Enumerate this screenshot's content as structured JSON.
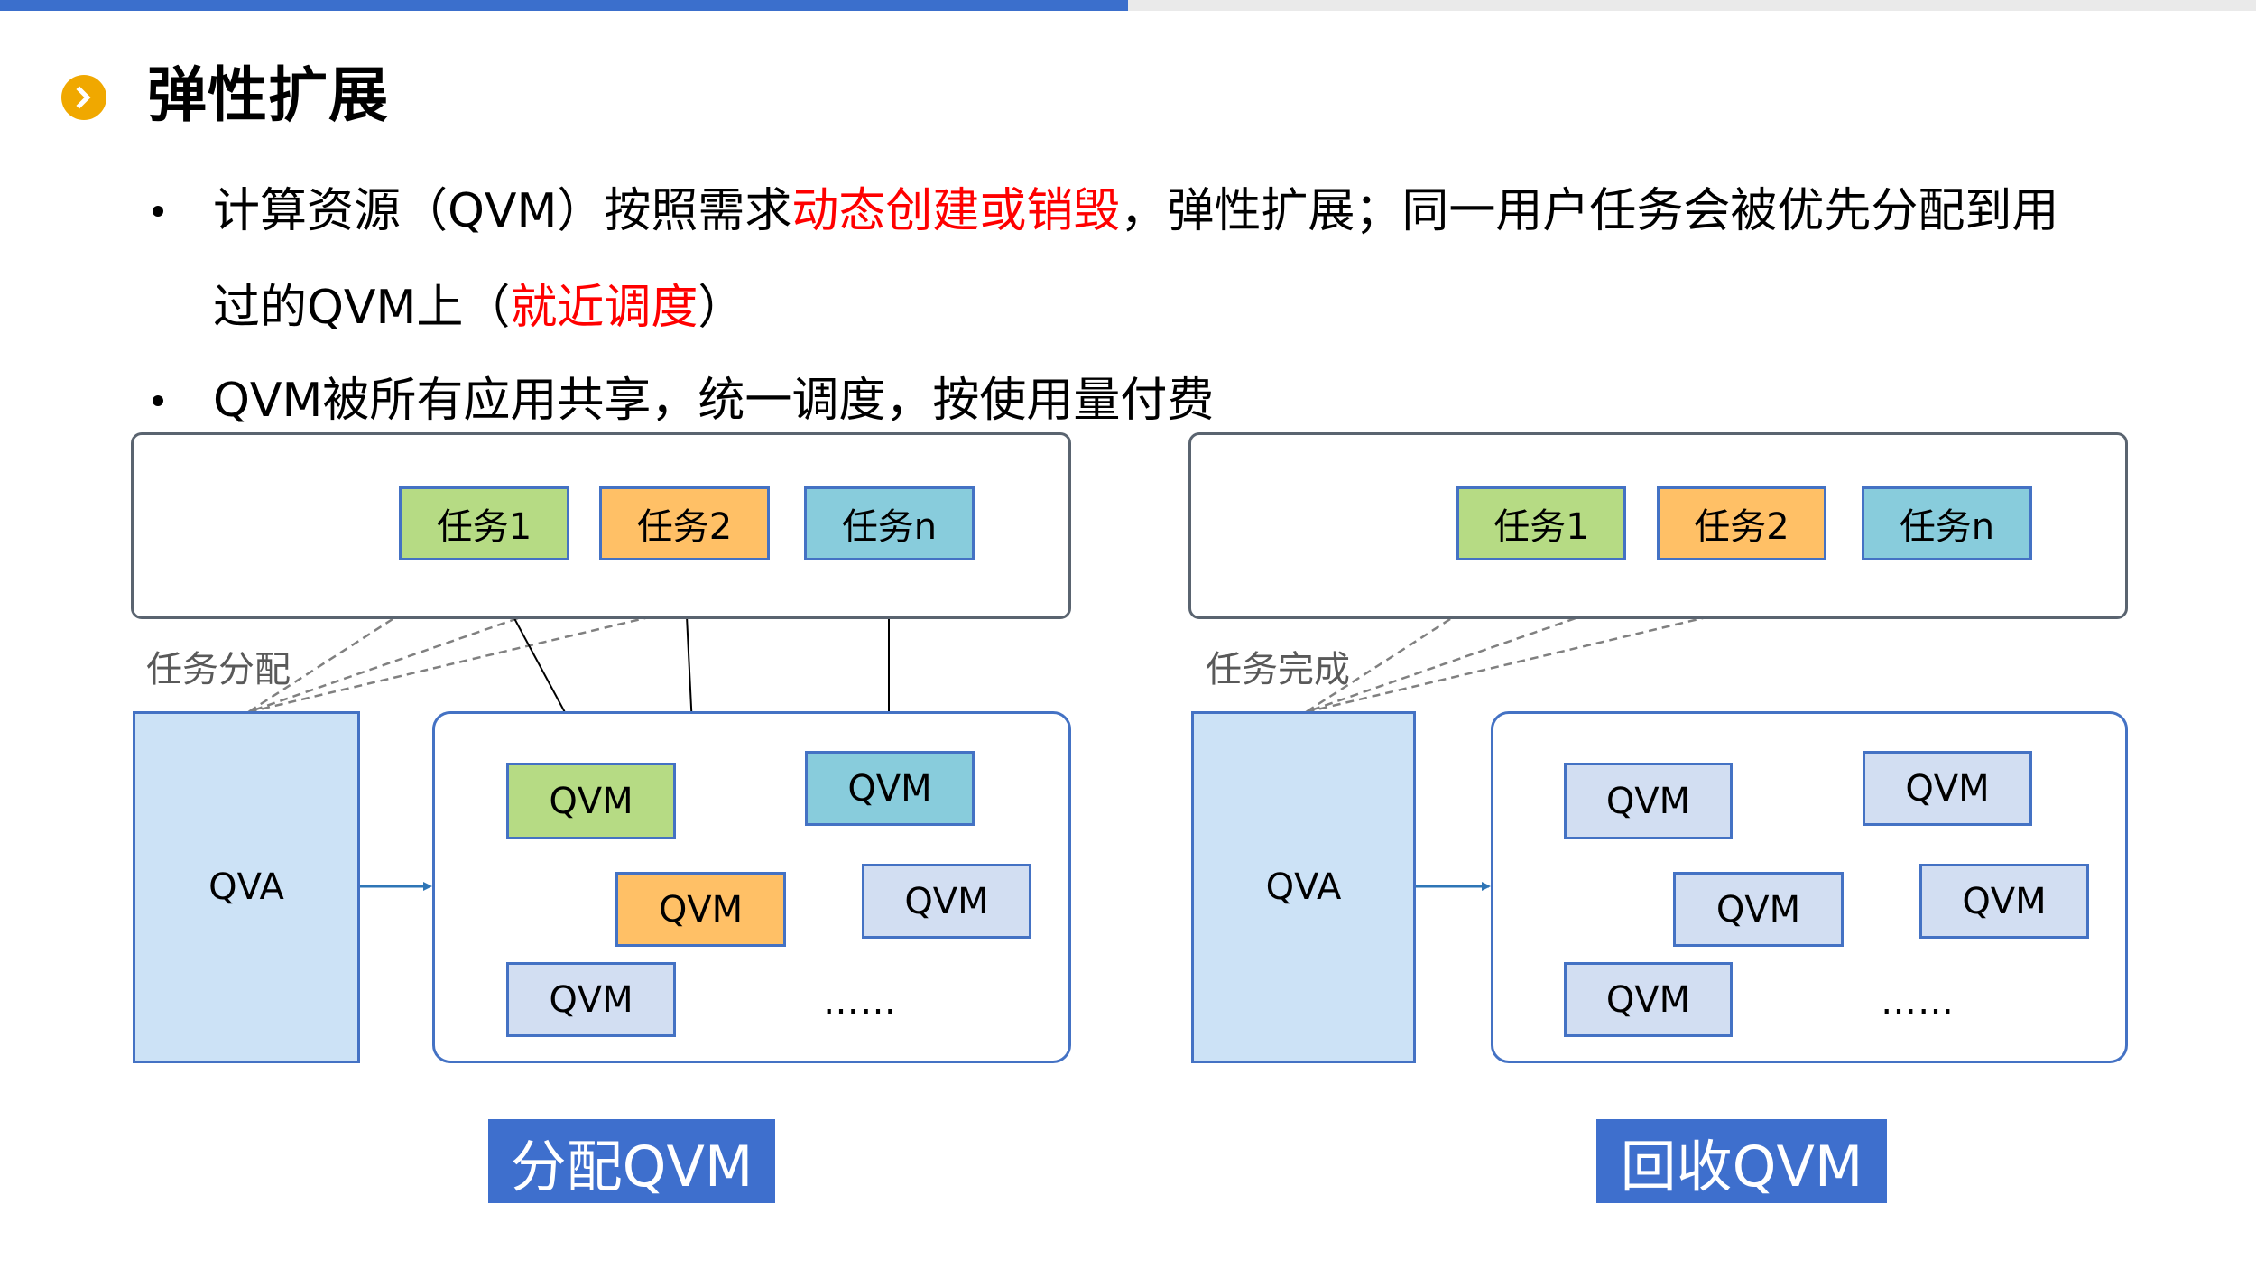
{
  "progress": {
    "fraction": 0.5,
    "fill_color": "#3B6FCC",
    "track_color": "#EAEAEA"
  },
  "header": {
    "icon": "chevron-right-circle-icon",
    "icon_color": "#F0A800",
    "title": "弹性扩展"
  },
  "bullets": [
    {
      "segments": [
        {
          "text": "计算资源（QVM）按照需求",
          "highlight": false
        },
        {
          "text": "动态创建或销毁",
          "highlight": true
        },
        {
          "text": "，弹性扩展；同一用户任务会被优先分配到用",
          "highlight": false
        }
      ],
      "continuation": [
        {
          "text": "过的QVM上（",
          "highlight": false
        },
        {
          "text": "就近调度",
          "highlight": true
        },
        {
          "text": "）",
          "highlight": false
        }
      ]
    },
    {
      "segments": [
        {
          "text": "QVM被所有应用共享，统一调度，按使用量付费",
          "highlight": false
        }
      ]
    }
  ],
  "highlight_color": "#FF0000",
  "diagrams": [
    {
      "tasks": [
        {
          "label": "任务1",
          "color": "green"
        },
        {
          "label": "任务2",
          "color": "orange"
        },
        {
          "label": "任务n",
          "color": "teal"
        }
      ],
      "edge_label": "任务分配",
      "qva_label": "QVA",
      "qvms": [
        {
          "label": "QVM",
          "color": "green",
          "assigned_task": "任务1"
        },
        {
          "label": "QVM",
          "color": "teal",
          "assigned_task": "任务n"
        },
        {
          "label": "QVM",
          "color": "orange",
          "assigned_task": "任务2"
        },
        {
          "label": "QVM",
          "color": "lavender",
          "assigned_task": null
        },
        {
          "label": "QVM",
          "color": "lavender",
          "assigned_task": null
        }
      ],
      "ellipsis": "……",
      "caption": "分配QVM"
    },
    {
      "tasks": [
        {
          "label": "任务1",
          "color": "green"
        },
        {
          "label": "任务2",
          "color": "orange"
        },
        {
          "label": "任务n",
          "color": "teal"
        }
      ],
      "edge_label": "任务完成",
      "qva_label": "QVA",
      "qvms": [
        {
          "label": "QVM",
          "color": "lavender",
          "assigned_task": null
        },
        {
          "label": "QVM",
          "color": "lavender",
          "assigned_task": null
        },
        {
          "label": "QVM",
          "color": "lavender",
          "assigned_task": null
        },
        {
          "label": "QVM",
          "color": "lavender",
          "assigned_task": null
        },
        {
          "label": "QVM",
          "color": "lavender",
          "assigned_task": null
        }
      ],
      "ellipsis": "……",
      "caption": "回收QVM"
    }
  ]
}
